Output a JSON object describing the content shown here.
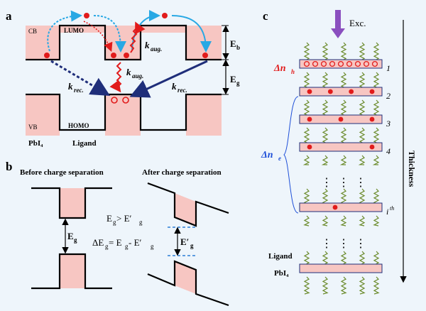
{
  "panel_a": {
    "letter": "a",
    "cb": "CB",
    "vb": "VB",
    "lumo": "LUMO",
    "homo": "HOMO",
    "pbi4": "PbI₄",
    "ligand": "Ligand",
    "eb": "E",
    "eb_sub": "b",
    "eg": "E",
    "eg_sub": "g",
    "k_aug_top": "k",
    "k_aug_top_sub": "aug.",
    "k_aug_mid": "k",
    "k_aug_mid_sub": "aug.",
    "k_rec_left": "k",
    "k_rec_left_sub": "rec.",
    "k_rec_right": "k",
    "k_rec_right_sub": "rec."
  },
  "panel_b": {
    "letter": "b",
    "before": "Before charge separation",
    "after": "After charge separation",
    "eg_left": "E",
    "eg_left_sub": "g",
    "eg_right": "E′",
    "eg_right_sub": "g",
    "ineq_a": "E",
    "ineq_a_sub": "g",
    "ineq_gt": " > E′",
    "ineq_b_sub": "g",
    "delta_a": "ΔE",
    "delta_a_sub": "g",
    "delta_eq": " = E",
    "delta_b_sub": "g",
    "delta_minus": " - E′",
    "delta_c_sub": "g"
  },
  "panel_c": {
    "letter": "c",
    "exc": "Exc.",
    "delta_nh": "Δn",
    "delta_nh_sub": "h",
    "delta_ne": "Δn",
    "delta_ne_sub": "e",
    "layer_1": "1",
    "layer_2": "2",
    "layer_3": "3",
    "layer_4": "4",
    "layer_i": "i",
    "layer_i_sup": "th",
    "thickness": "Thickness",
    "ligand": "Ligand",
    "pbi4": "PbI₄",
    "dots_mid": "⋮",
    "dots_low": "⋮"
  },
  "colors": {
    "pink": "#f7c6c2",
    "red": "#e11b1b",
    "light_blue": "#28a8e4",
    "navy": "#1f2e7a",
    "green": "#6a8a2a",
    "purple": "#8a4fbf",
    "blue_text": "#1e4fd8",
    "dash_blue": "#2d7fd6"
  }
}
